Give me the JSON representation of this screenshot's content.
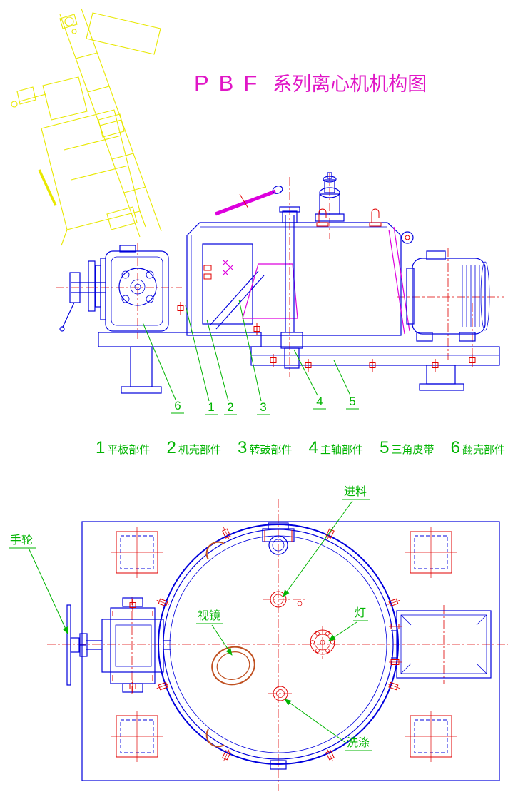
{
  "title": {
    "latin": "PBF",
    "cjk": "系列离心机机构图"
  },
  "legend": {
    "items": [
      {
        "num": "1",
        "label": "平板部件"
      },
      {
        "num": "2",
        "label": "机壳部件"
      },
      {
        "num": "3",
        "label": "转鼓部件"
      },
      {
        "num": "4",
        "label": "主轴部件"
      },
      {
        "num": "5",
        "label": "三角皮带"
      },
      {
        "num": "6",
        "label": "翻壳部件"
      }
    ]
  },
  "side_view": {
    "callouts": [
      "6",
      "1",
      "2",
      "3",
      "4",
      "5"
    ]
  },
  "plan_view": {
    "labels": {
      "handwheel": "手轮",
      "feed": "进料",
      "sight_glass": "视镜",
      "lamp": "灯",
      "wash": "洗涤"
    }
  },
  "colors": {
    "outline": "#0000dd",
    "center": "#e00000",
    "green": "#00b400",
    "magenta": "#dd00dd",
    "ghost": "#e8e800",
    "title": "#e016c6",
    "sight": "#c05020"
  }
}
